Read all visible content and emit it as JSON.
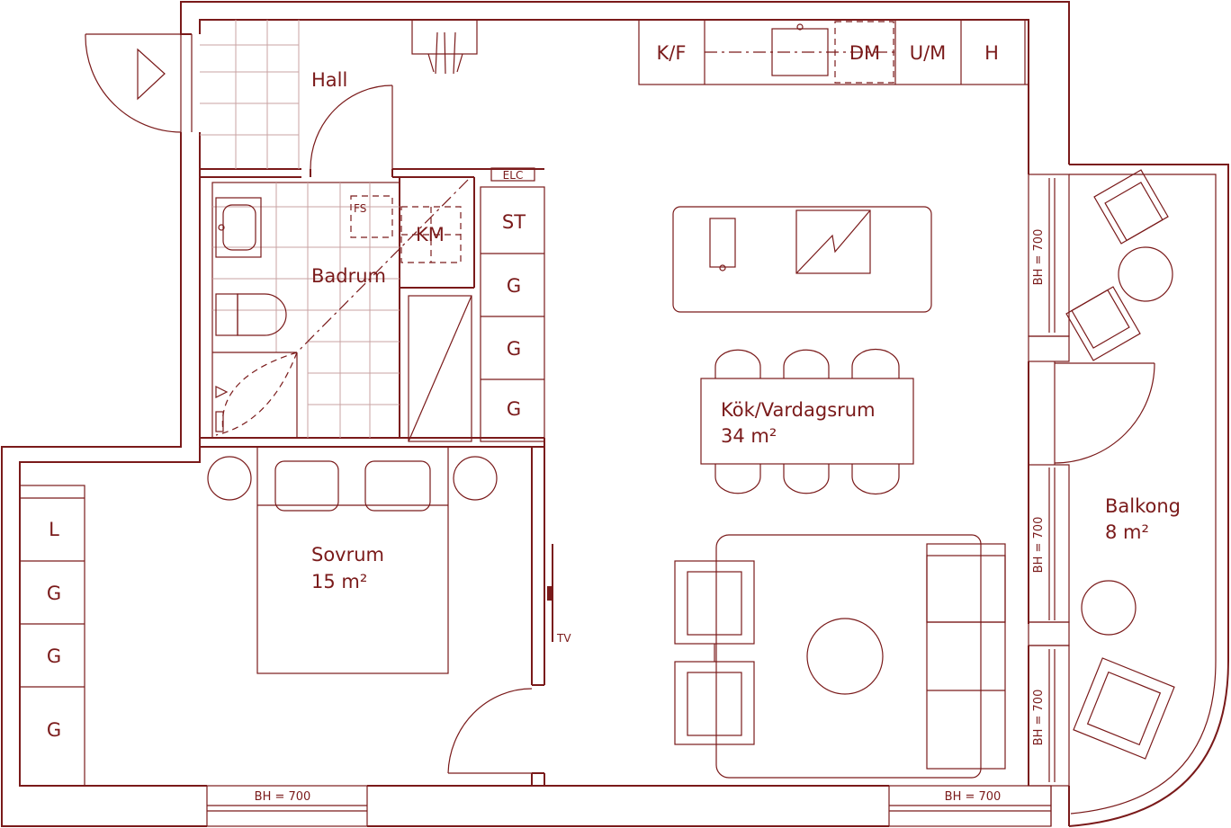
{
  "colors": {
    "line": "#7a1a1a",
    "tile": "#c9a3a3",
    "background": "#ffffff"
  },
  "rooms": {
    "hall": {
      "name": "Hall"
    },
    "badrum": {
      "name": "Badrum"
    },
    "kok": {
      "name": "Kök/Vardagsrum",
      "area": "34 m²"
    },
    "sovrum": {
      "name": "Sovrum",
      "area": "15 m²"
    },
    "balkong": {
      "name": "Balkong",
      "area": "8 m²"
    }
  },
  "kitchen_units": [
    "K/F",
    "DM",
    "U/M",
    "H"
  ],
  "closets_hall": [
    "ST",
    "G",
    "G",
    "G"
  ],
  "closets_bedroom": [
    "L",
    "G",
    "G",
    "G"
  ],
  "fixtures": {
    "fs": "FS",
    "km": "KM",
    "elc": "ELC",
    "tv": "TV"
  },
  "window_labels": [
    "BH = 700",
    "BH = 700",
    "BH = 700",
    "BH = 700",
    "BH = 700"
  ],
  "icons": [
    "entrance-arrow-icon",
    "ventilation-icon",
    "stove-icon",
    "sink-icon",
    "chair-icon",
    "table-icon",
    "sofa-icon",
    "bed-icon"
  ]
}
